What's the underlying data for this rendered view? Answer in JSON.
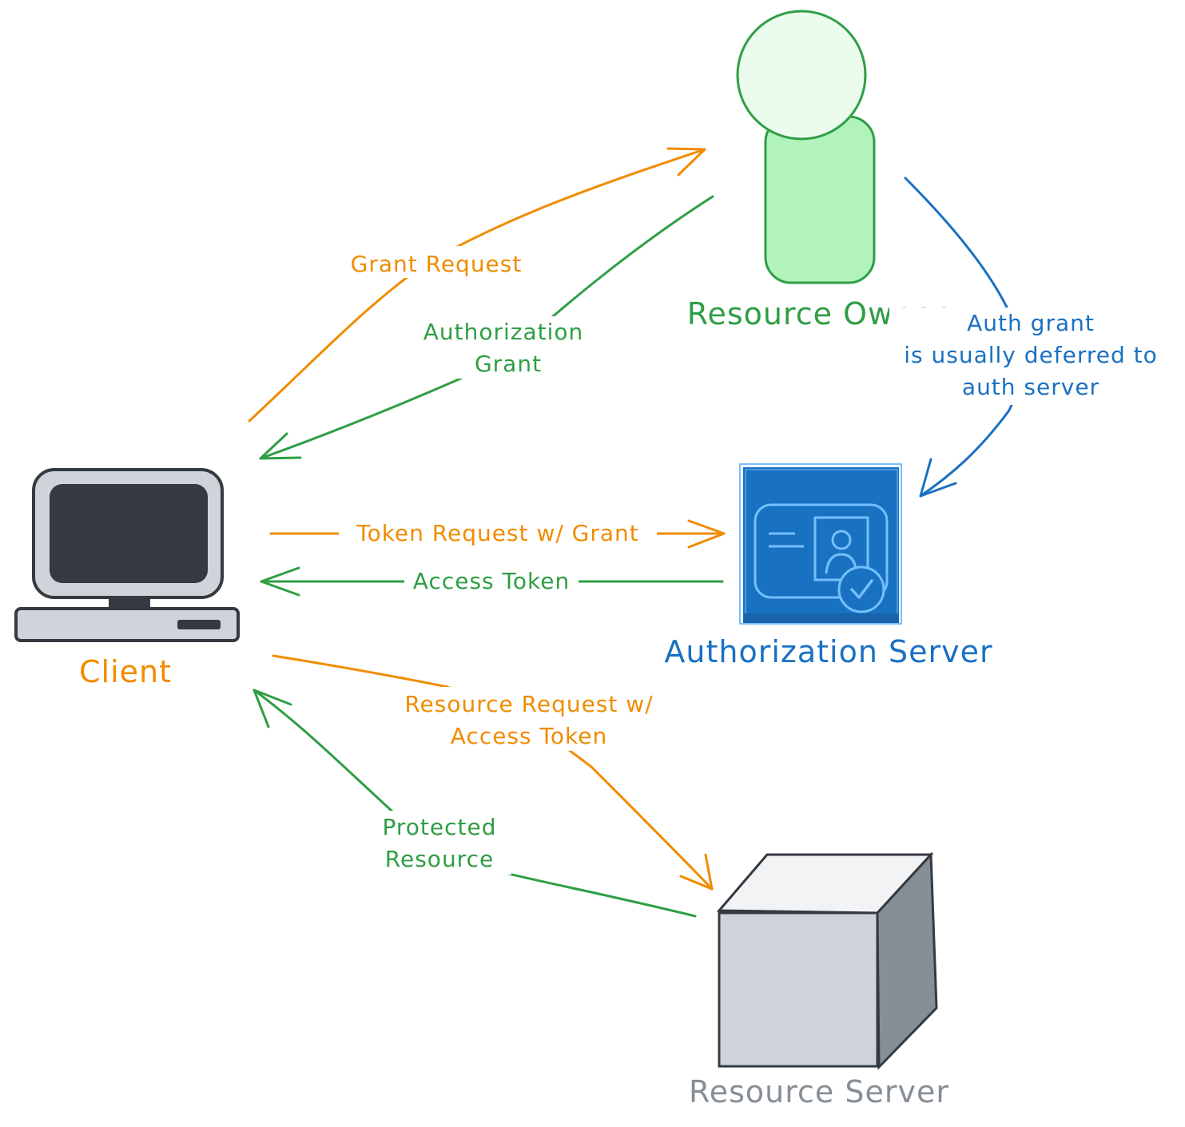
{
  "colors": {
    "orange": "#f08c00",
    "green": "#2f9e44",
    "blue": "#1971c2",
    "gray": "#868e96",
    "dark": "#343a40",
    "green_fill_light": "#ebfbee",
    "green_fill": "#b2f2bb",
    "computer_body": "#ced4da",
    "cube_front": "#ced4da",
    "cube_top": "#f1f3f5",
    "cube_side": "#868e96",
    "server_blue": "#1971c2"
  },
  "nodes": {
    "resource_owner": {
      "label": "Resource Owner",
      "icon": "person-icon"
    },
    "client": {
      "label": "Client",
      "icon": "computer-icon"
    },
    "authorization_server": {
      "label": "Authorization Server",
      "icon": "id-card-verified-icon"
    },
    "resource_server": {
      "label": "Resource Server",
      "icon": "cube-icon"
    }
  },
  "edges": {
    "grant_request": {
      "label": "Grant Request",
      "from": "Client",
      "to": "Resource Owner"
    },
    "authorization_grant": {
      "lines": [
        "Authorization",
        "Grant"
      ],
      "from": "Resource Owner",
      "to": "Client"
    },
    "auth_grant_deferred": {
      "lines": [
        "Auth grant",
        "is usually deferred to",
        "auth server"
      ],
      "from": "Resource Owner",
      "to": "Authorization Server"
    },
    "token_request": {
      "label": "Token Request w/ Grant",
      "from": "Client",
      "to": "Authorization Server"
    },
    "access_token": {
      "label": "Access Token",
      "from": "Authorization Server",
      "to": "Client"
    },
    "resource_request": {
      "lines": [
        "Resource Request w/",
        "Access Token"
      ],
      "from": "Client",
      "to": "Resource Server"
    },
    "protected_resource": {
      "lines": [
        "Protected",
        "Resource"
      ],
      "from": "Resource Server",
      "to": "Client"
    }
  }
}
